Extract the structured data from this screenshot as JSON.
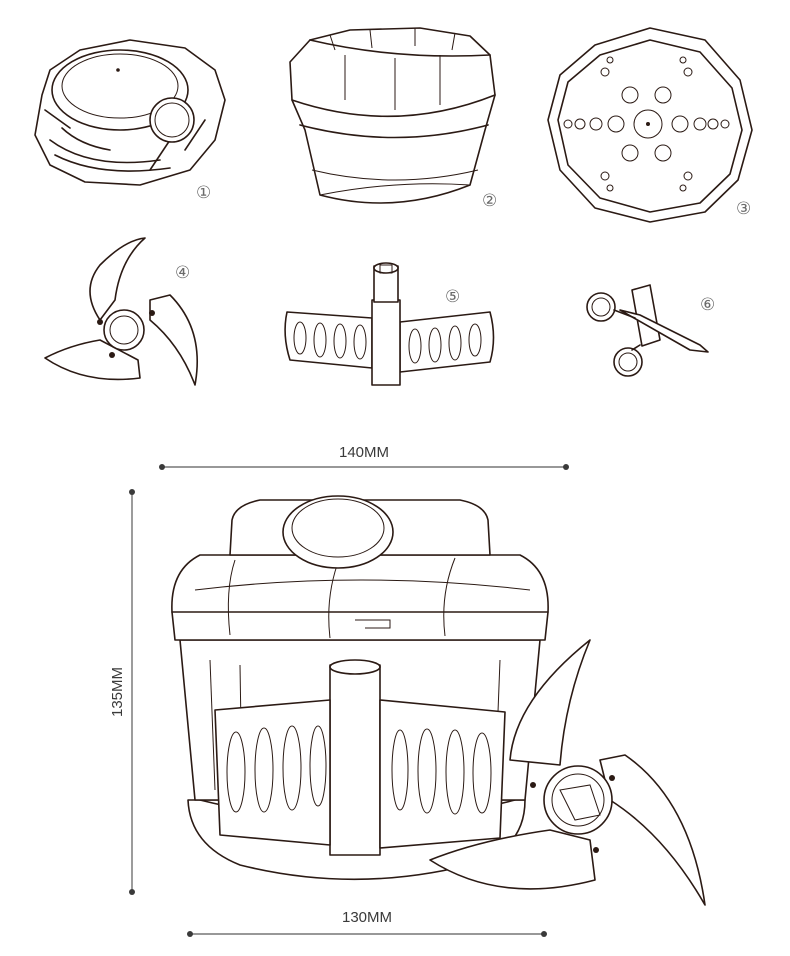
{
  "parts": [
    {
      "number": "①",
      "icon": "lid-icon"
    },
    {
      "number": "②",
      "icon": "bowl-icon"
    },
    {
      "number": "③",
      "icon": "anti-slip-base-icon"
    },
    {
      "number": "④",
      "icon": "blade-icon"
    },
    {
      "number": "⑤",
      "icon": "mixing-paddle-icon"
    },
    {
      "number": "⑥",
      "icon": "blade-removal-tool-icon"
    }
  ],
  "dimensions": {
    "top_width": "140MM",
    "height": "135MM",
    "bottom_width": "130MM"
  },
  "colors": {
    "line": "#2b1a14",
    "label": "#6b6b6b"
  }
}
